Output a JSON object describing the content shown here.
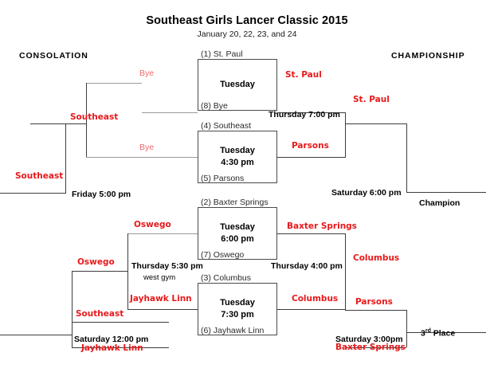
{
  "title": "Southeast Girls Lancer Classic 2015",
  "subtitle": "January 20, 22, 23, and 24",
  "headers": {
    "consolation": "CONSOLATION",
    "championship": "CHAMPIONSHIP"
  },
  "colors": {
    "winner_red": "#e8191b",
    "bye_red": "#f0696c",
    "line_gray": "#3d3d3d",
    "text_black": "#000000"
  },
  "games": [
    {
      "id": "game-1",
      "top_seed": "(1) St. Paul",
      "bottom_seed": "(8) Bye",
      "when_line1": "Tuesday",
      "when_line2": "",
      "winner": "St. Paul"
    },
    {
      "id": "game-2",
      "top_seed": "(4) Southeast",
      "bottom_seed": "(5) Parsons",
      "when_line1": "Tuesday",
      "when_line2": "4:30 pm",
      "winner": "Parsons"
    },
    {
      "id": "game-3",
      "top_seed": "(2) Baxter Springs",
      "bottom_seed": "(7) Oswego",
      "when_line1": "Tuesday",
      "when_line2": "6:00 pm",
      "winner": "Baxter Springs"
    },
    {
      "id": "game-4",
      "top_seed": "(3) Columbus",
      "bottom_seed": "(6) Jayhawk Linn",
      "when_line1": "Tuesday",
      "when_line2": "7:30 pm",
      "winner": "Columbus"
    }
  ],
  "championship": {
    "semi_upper_time": "Thursday 7:00 pm",
    "semi_upper_winner": "St. Paul",
    "semi_lower_time": "Thursday 4:00 pm",
    "semi_lower_winner": "Columbus",
    "final_time": "Saturday 6:00 pm",
    "final_result_label": "Champion"
  },
  "third_place": {
    "top_team": "Parsons",
    "bottom_team": "Baxter Springs",
    "time": "Saturday 3:00pm",
    "result_label_prefix": "3",
    "result_label_sup": "rd",
    "result_label_suffix": " Place"
  },
  "consolation": {
    "bye_upper": "Bye",
    "bye_lower": "Bye",
    "upper_pair_winner": "Southeast",
    "upper_semi_time": "Friday 5:00 pm",
    "upper_semi_winner": "Southeast",
    "lower_upper_winner": "Oswego",
    "lower_semi_time": "Thursday 5:30 pm",
    "lower_semi_sub": "west gym",
    "lower_semi_winner": "Oswego",
    "lower_pair_winner": "Jayhawk Linn",
    "final_top_team": "Southeast",
    "final_time": "Saturday 12:00 pm",
    "final_bottom_team": "Jayhawk Linn"
  }
}
